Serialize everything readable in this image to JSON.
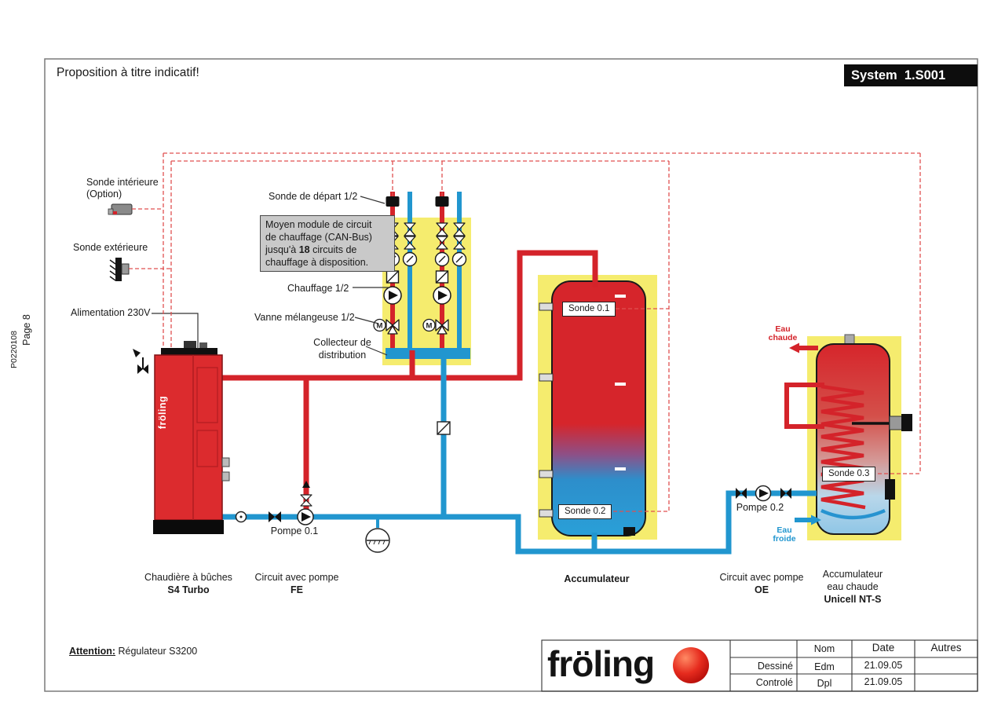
{
  "page": {
    "title": "Proposition à titre indicatif!",
    "system_code": "System  1.S001",
    "page_label": "Page 8",
    "doc_code": "P0220108"
  },
  "sensors": {
    "interieure_l1": "Sonde intérieure",
    "interieure_l2": "(Option)",
    "exterieure": "Sonde extérieure",
    "depart": "Sonde de départ 1/2",
    "sonde01": "Sonde 0.1",
    "sonde02": "Sonde 0.2",
    "sonde03": "Sonde 0.3"
  },
  "labels": {
    "alimentation": "Alimentation 230V",
    "chauffage": "Chauffage 1/2",
    "vanne": "Vanne mélangeuse 1/2",
    "collecteur_l1": "Collecteur de",
    "collecteur_l2": "distribution",
    "pompe01": "Pompe 0.1",
    "pompe02": "Pompe 0.2",
    "eau_chaude_l1": "Eau",
    "eau_chaude_l2": "chaude",
    "eau_froide_l1": "Eau",
    "eau_froide_l2": "froide",
    "motor": "M"
  },
  "module_box": {
    "l1": "Moyen module de circuit",
    "l2": "de chauffage (CAN-Bus)",
    "l3a": "jusqu'à ",
    "l3b": "18",
    "l3c": " circuits de",
    "l4": "chauffage à disposition."
  },
  "captions": {
    "boiler_l1": "Chaudière à bûches",
    "boiler_l2": "S4 Turbo",
    "boiler_brand": "fröling",
    "fe_l1": "Circuit avec pompe",
    "fe_l2": "FE",
    "accumulateur": "Accumulateur",
    "oe_l1": "Circuit avec pompe",
    "oe_l2": "OE",
    "dhw_l1": "Accumulateur",
    "dhw_l2": "eau chaude",
    "dhw_l3": "Unicell NT-S",
    "attention_label": "Attention:",
    "attention_text": " Régulateur S3200"
  },
  "title_block": {
    "logo": "fröling",
    "col_nom": "Nom",
    "col_date": "Date",
    "col_autres": "Autres",
    "row1_label": "Dessiné",
    "row1_nom": "Edm",
    "row1_date": "21.09.05",
    "row2_label": "Controlé",
    "row2_nom": "Dpl",
    "row2_date": "21.09.05"
  },
  "colors": {
    "pipe_red": "#d4232a",
    "pipe_blue": "#2196cf",
    "panel_yellow": "#f5ec6e",
    "sensor_cable_dashed": "#e05050",
    "boiler_red": "#dc2b2e",
    "system_box_black": "#0d0d0d",
    "module_box_gray": "#c9c9c9",
    "logo_ball_red": "#e62b1e"
  }
}
